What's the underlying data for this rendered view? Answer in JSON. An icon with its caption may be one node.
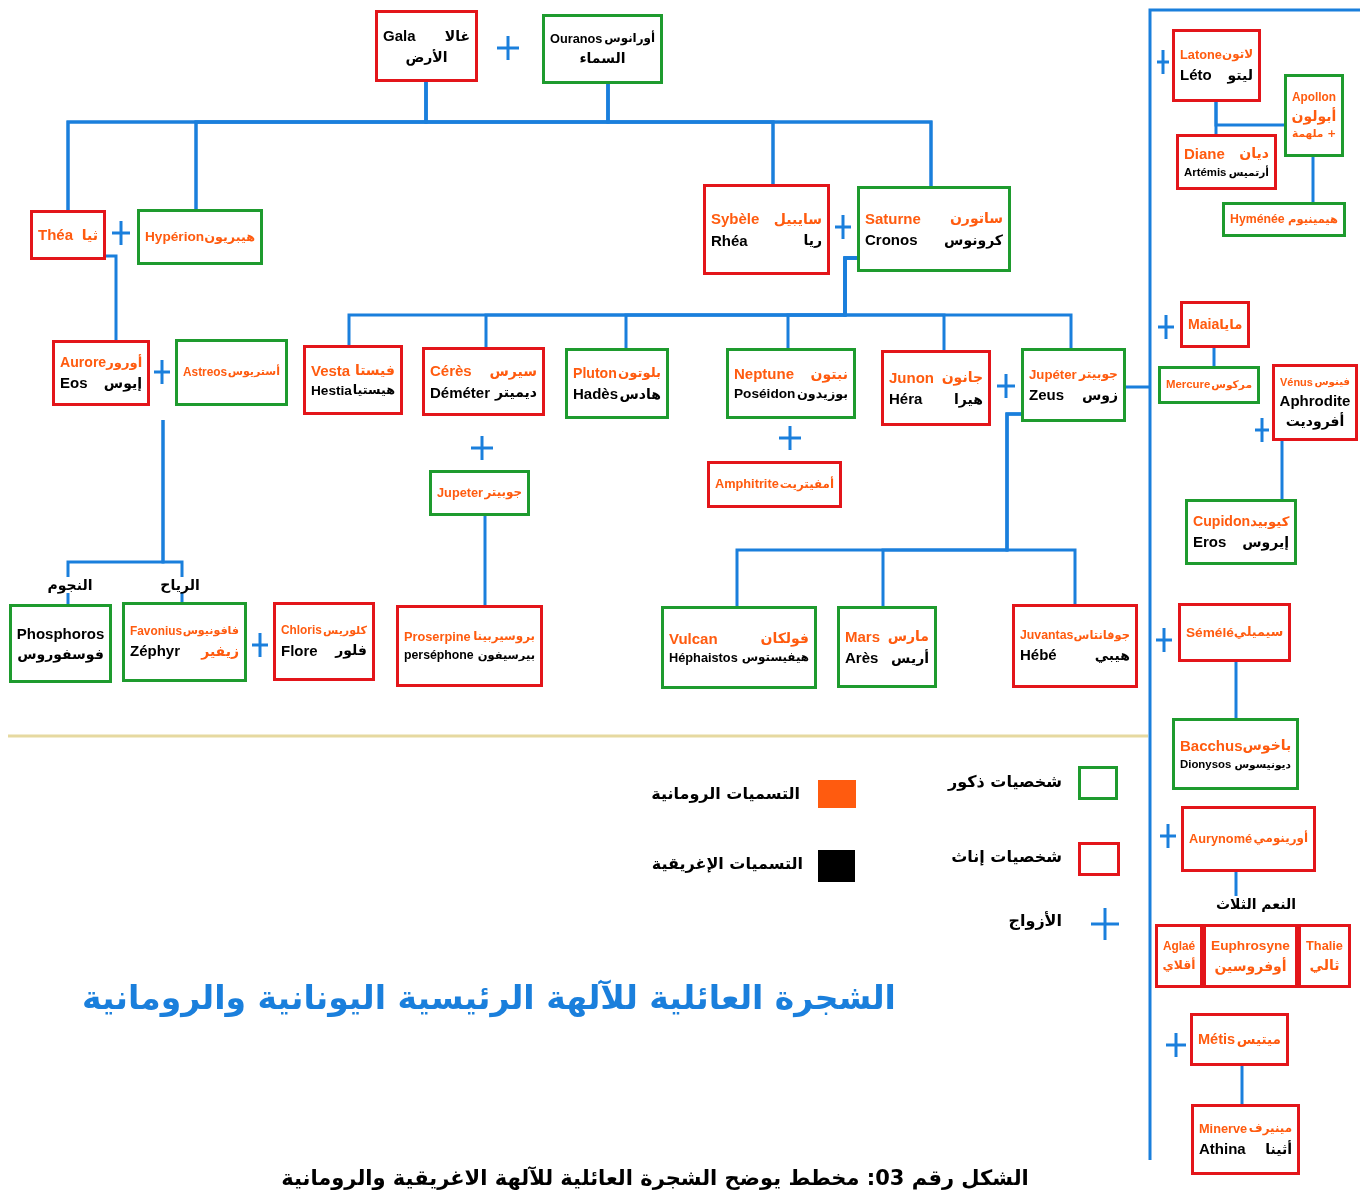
{
  "diagram": {
    "title": "الشجرة العائلية للآلهة الرئيسية اليونانية والرومانية",
    "caption": "الشكل رقم 03: مخطط يوضح الشجرة العائلية للآلهة الاغريقية والرومانية",
    "nodes": [
      {
        "text": [
          "غالا",
          "Gala",
          "الأرض"
        ]
      },
      {
        "text": [
          "أورانوس",
          "Ouranos",
          "السماء"
        ]
      },
      {
        "text": [
          "ثيا",
          "Théa"
        ]
      },
      {
        "text": [
          "هيبريون",
          "Hypérion"
        ]
      },
      {
        "text": [
          "Sybèle",
          "سايبيل",
          "Rhéa",
          "ريا"
        ]
      },
      {
        "text": [
          "Saturne",
          "ساتورن",
          "Cronos",
          "كرونوس"
        ]
      },
      {
        "text": [
          "Aurore",
          "أورور",
          "Eos",
          "إيوس"
        ]
      },
      {
        "text": [
          "أستريوس",
          "Astreos"
        ]
      },
      {
        "text": [
          "Vesta",
          "فيستا",
          "Hestia",
          "هيستيا"
        ]
      },
      {
        "text": [
          "Cérès",
          "سيرس",
          "Déméter",
          "ديميتر"
        ]
      },
      {
        "text": [
          "Pluton",
          "بلوتون",
          "Hadès",
          "هادس"
        ]
      },
      {
        "text": [
          "Neptune",
          "نبتون",
          "Poséidon",
          "بوزيدون"
        ]
      },
      {
        "text": [
          "Junon",
          "جانون",
          "Héra",
          "هيرا"
        ]
      },
      {
        "text": [
          "Jupéter",
          "جوبيتر",
          "Zeus",
          "زوس"
        ]
      },
      {
        "text": [
          "جوبيتر",
          "Jupeter"
        ]
      },
      {
        "text": [
          "أمفيتريت",
          "Amphitrite"
        ]
      },
      {
        "text": [
          "Phosphoros",
          "فوسفوروس"
        ],
        "beside": [
          "النجوم"
        ]
      },
      {
        "text": [
          "Favonius",
          "فافونيوس",
          "Zéphyr",
          "زيفير"
        ],
        "beside": [
          "الرياح"
        ]
      },
      {
        "text": [
          "Chloris",
          "كلوريس",
          "Flore",
          "فلور"
        ]
      },
      {
        "text": [
          "Proserpine",
          "بروسيربينا",
          "perséphone",
          "بيرسيفون"
        ]
      },
      {
        "text": [
          "Vulcan",
          "فولكان",
          "Héphaistos",
          "هيفيستوس"
        ]
      },
      {
        "text": [
          "Mars",
          "مارس",
          "Arès",
          "أريس"
        ]
      },
      {
        "text": [
          "Juvantas",
          "جوفانتاس",
          "Hébé",
          "هيبي"
        ]
      },
      {
        "text": [
          "Latone",
          "لاتون",
          "Léto",
          "ليتو"
        ]
      },
      {
        "text": [
          "Apollon",
          "أبولون",
          "+ ملهمة"
        ]
      },
      {
        "text": [
          "Diane",
          "ديان",
          "Artémis",
          "أرتميس"
        ]
      },
      {
        "text": [
          "هيمينيوم",
          "Hyménée"
        ]
      },
      {
        "text": [
          "مايا",
          "Maia"
        ]
      },
      {
        "text": [
          "مركوس",
          "Mercure"
        ]
      },
      {
        "text": [
          "Vénus",
          "فينوس",
          "Aphrodite",
          "أفروديت"
        ]
      },
      {
        "text": [
          "Cupidon",
          "كيوبيد",
          "Eros",
          "إيروس"
        ]
      },
      {
        "text": [
          "سيميلي",
          "Sémélé"
        ]
      },
      {
        "text": [
          "Bacchus",
          "باخوس",
          "Dionysos",
          "ديونيسوس"
        ]
      },
      {
        "text": [
          "أورينومي",
          "Aurynomé"
        ]
      },
      {
        "text": [
          "النعم الثلاث"
        ]
      },
      {
        "text": [
          "Aglaé",
          "أقلاي"
        ]
      },
      {
        "text": [
          "Euphrosyne",
          "أوفروسين"
        ]
      },
      {
        "text": [
          "Thalie",
          "ثالي"
        ]
      },
      {
        "text": [
          "ميتيس",
          "Métis"
        ]
      },
      {
        "text": [
          "Minerve",
          "مينيرف",
          "Athina",
          "أثينا"
        ]
      }
    ],
    "edges": [
      {
        "from": 0,
        "to": 2,
        "arrow": "none"
      },
      {
        "from": 0,
        "to": 3,
        "arrow": "none"
      },
      {
        "from": 0,
        "to": 4,
        "arrow": "none"
      },
      {
        "from": 0,
        "to": 5,
        "arrow": "none"
      },
      {
        "from": 1,
        "to": 2,
        "arrow": "none"
      },
      {
        "from": 1,
        "to": 3,
        "arrow": "none"
      },
      {
        "from": 1,
        "to": 4,
        "arrow": "none"
      },
      {
        "from": 1,
        "to": 5,
        "arrow": "none"
      },
      {
        "from": 2,
        "to": 6,
        "arrow": "none"
      },
      {
        "from": null,
        "to": 16,
        "arrow": "none"
      },
      {
        "from": null,
        "to": 17,
        "arrow": "none"
      },
      {
        "from": 5,
        "to": 8,
        "arrow": "none"
      },
      {
        "from": 5,
        "to": 9,
        "arrow": "none"
      },
      {
        "from": 5,
        "to": 10,
        "arrow": "none"
      },
      {
        "from": 5,
        "to": 11,
        "arrow": "none"
      },
      {
        "from": 5,
        "to": 12,
        "arrow": "none"
      },
      {
        "from": 5,
        "to": 13,
        "arrow": "none"
      },
      {
        "from": 14,
        "to": 19,
        "arrow": "none"
      },
      {
        "from": 13,
        "to": 20,
        "arrow": "none"
      },
      {
        "from": 13,
        "to": 21,
        "arrow": "none"
      },
      {
        "from": 13,
        "to": 22,
        "arrow": "none"
      },
      {
        "from": 13,
        "to": null,
        "arrow": "none"
      },
      {
        "from": 23,
        "to": 25,
        "arrow": "none"
      },
      {
        "from": 23,
        "to": 24,
        "arrow": "none"
      },
      {
        "from": 24,
        "to": 26,
        "arrow": "none"
      },
      {
        "from": 27,
        "to": 28,
        "arrow": "none"
      },
      {
        "from": 29,
        "to": 30,
        "arrow": "none"
      },
      {
        "from": 31,
        "to": 32,
        "arrow": "none"
      },
      {
        "from": 33,
        "to": 34,
        "arrow": "none"
      },
      {
        "from": 38,
        "to": 39,
        "arrow": "none"
      }
    ],
    "legend": [
      {
        "text": "شخصيات ذكور"
      },
      {
        "text": "شخصيات إناث"
      },
      {
        "text": "الأزواج"
      },
      {
        "text": "التسميات الرومانية",
        "color": "#ff5b0f"
      },
      {
        "text": "التسميات الإغريقية",
        "color": "#000000"
      }
    ]
  }
}
